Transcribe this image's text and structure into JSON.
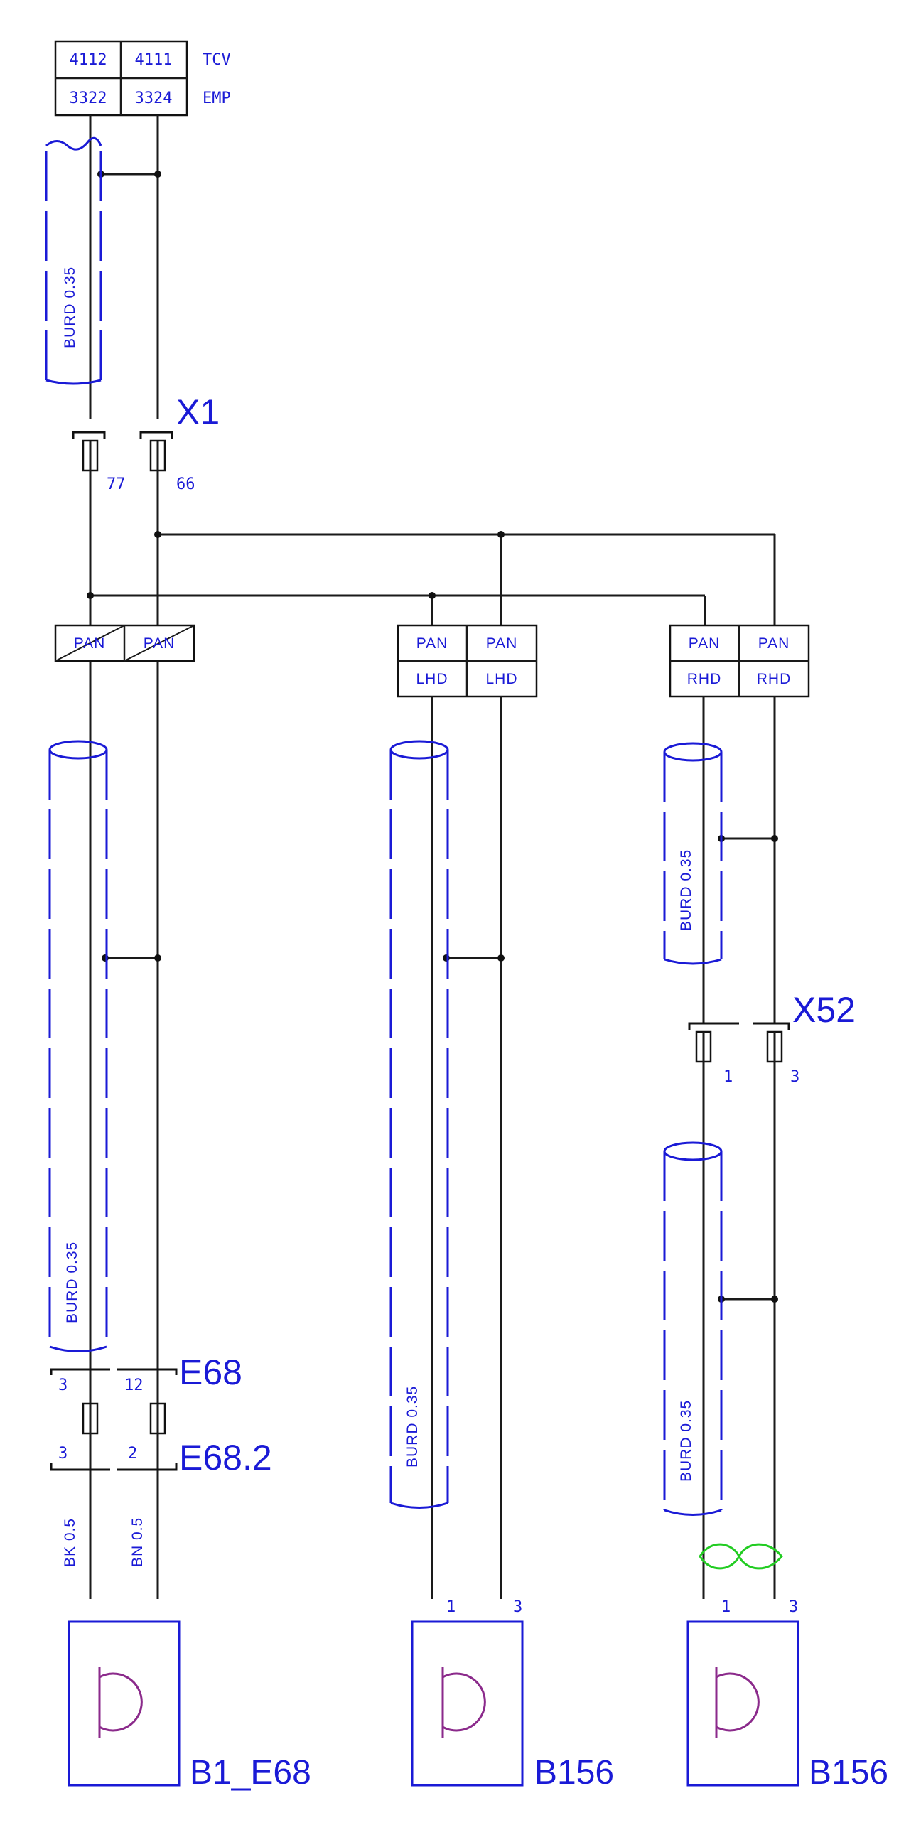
{
  "header": {
    "tcv_a": "4112",
    "tcv_b": "4111",
    "tcv_label": "TCV",
    "emp_a": "3322",
    "emp_b": "3324",
    "emp_label": "EMP"
  },
  "shield_label": "BURD 0.35",
  "connectors": {
    "x1": {
      "name": "X1",
      "pin_left": "77",
      "pin_right": "66"
    },
    "x52": {
      "name": "X52",
      "pin_left": "1",
      "pin_right": "3"
    },
    "e68": {
      "name": "E68",
      "pin_left": "3",
      "pin_right": "12"
    },
    "e68_2": {
      "name": "E68.2",
      "pin_left": "3",
      "pin_right": "2"
    }
  },
  "boxes": {
    "pan": "PAN",
    "lhd": "LHD",
    "rhd": "RHD"
  },
  "wire_labels": {
    "left": "BK 0.5",
    "right": "BN 0.5"
  },
  "components": [
    {
      "name": "B1_E68",
      "pin_left": "",
      "pin_right": ""
    },
    {
      "name": "B156",
      "pin_left": "1",
      "pin_right": "3"
    },
    {
      "name": "B156",
      "pin_left": "1",
      "pin_right": "3"
    }
  ]
}
